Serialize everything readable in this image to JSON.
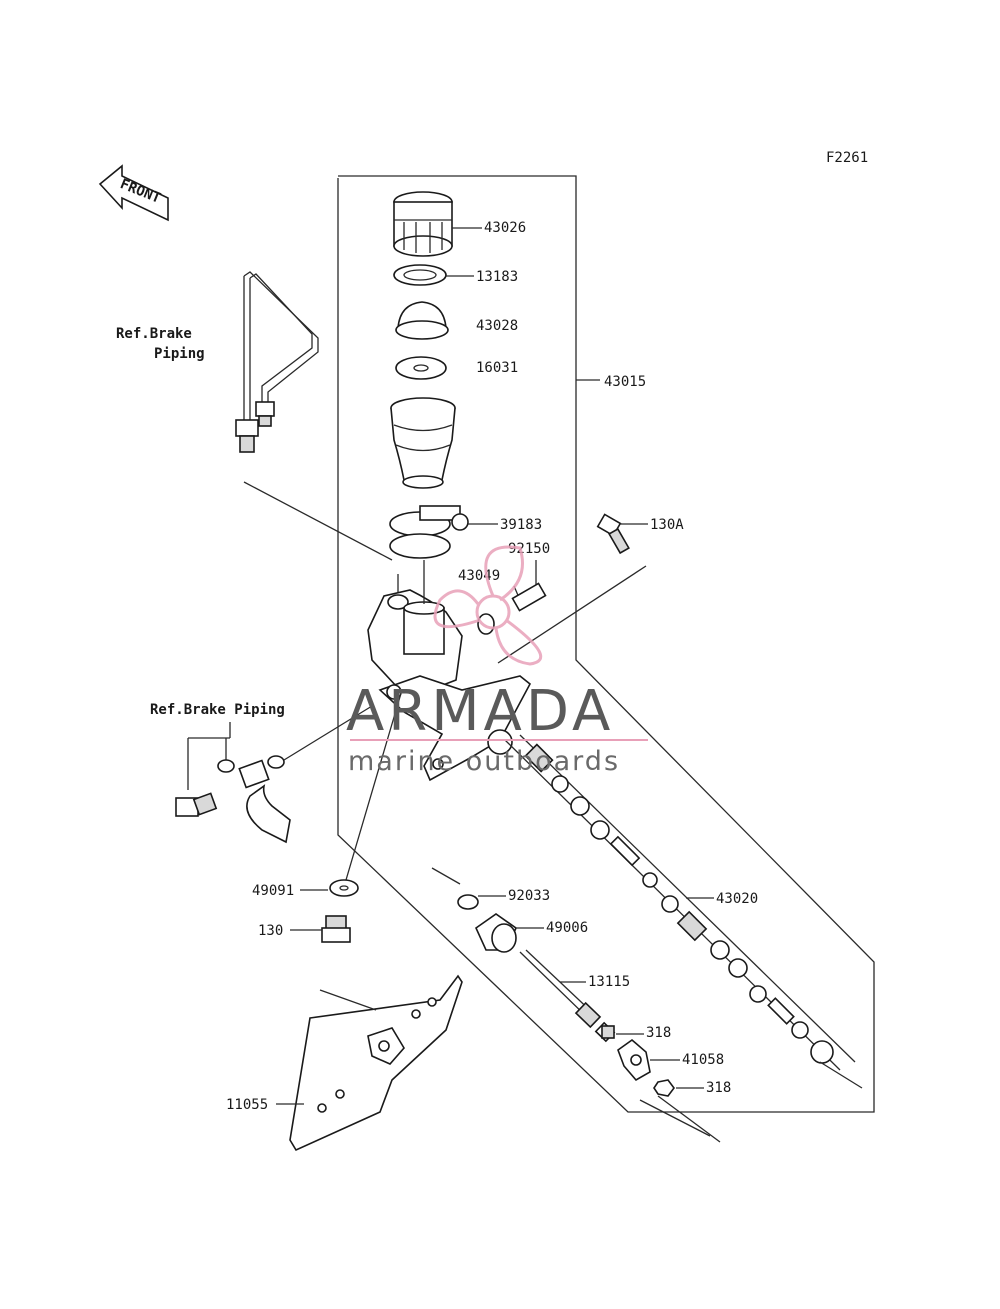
{
  "figure_code": "F2261",
  "front_marker": "FRONT",
  "ref_labels": {
    "brake_piping_top_line1": "Ref.Brake",
    "brake_piping_top_line2": "Piping",
    "brake_piping_left": "Ref.Brake Piping"
  },
  "part_labels": {
    "p43026": "43026",
    "p13183": "13183",
    "p43028": "43028",
    "p16031": "16031",
    "p43015": "43015",
    "p39183": "39183",
    "p92150": "92150",
    "p43049": "43049",
    "p130A": "130A",
    "p49091": "49091",
    "p130": "130",
    "p92033": "92033",
    "p49006": "49006",
    "p43020": "43020",
    "p13115": "13115",
    "p318a": "318",
    "p41058": "41058",
    "p318b": "318",
    "p11055": "11055"
  },
  "watermark": {
    "brand": "ARMADA",
    "tagline": "marine outboards",
    "logo_color": "#e8a0b8"
  }
}
